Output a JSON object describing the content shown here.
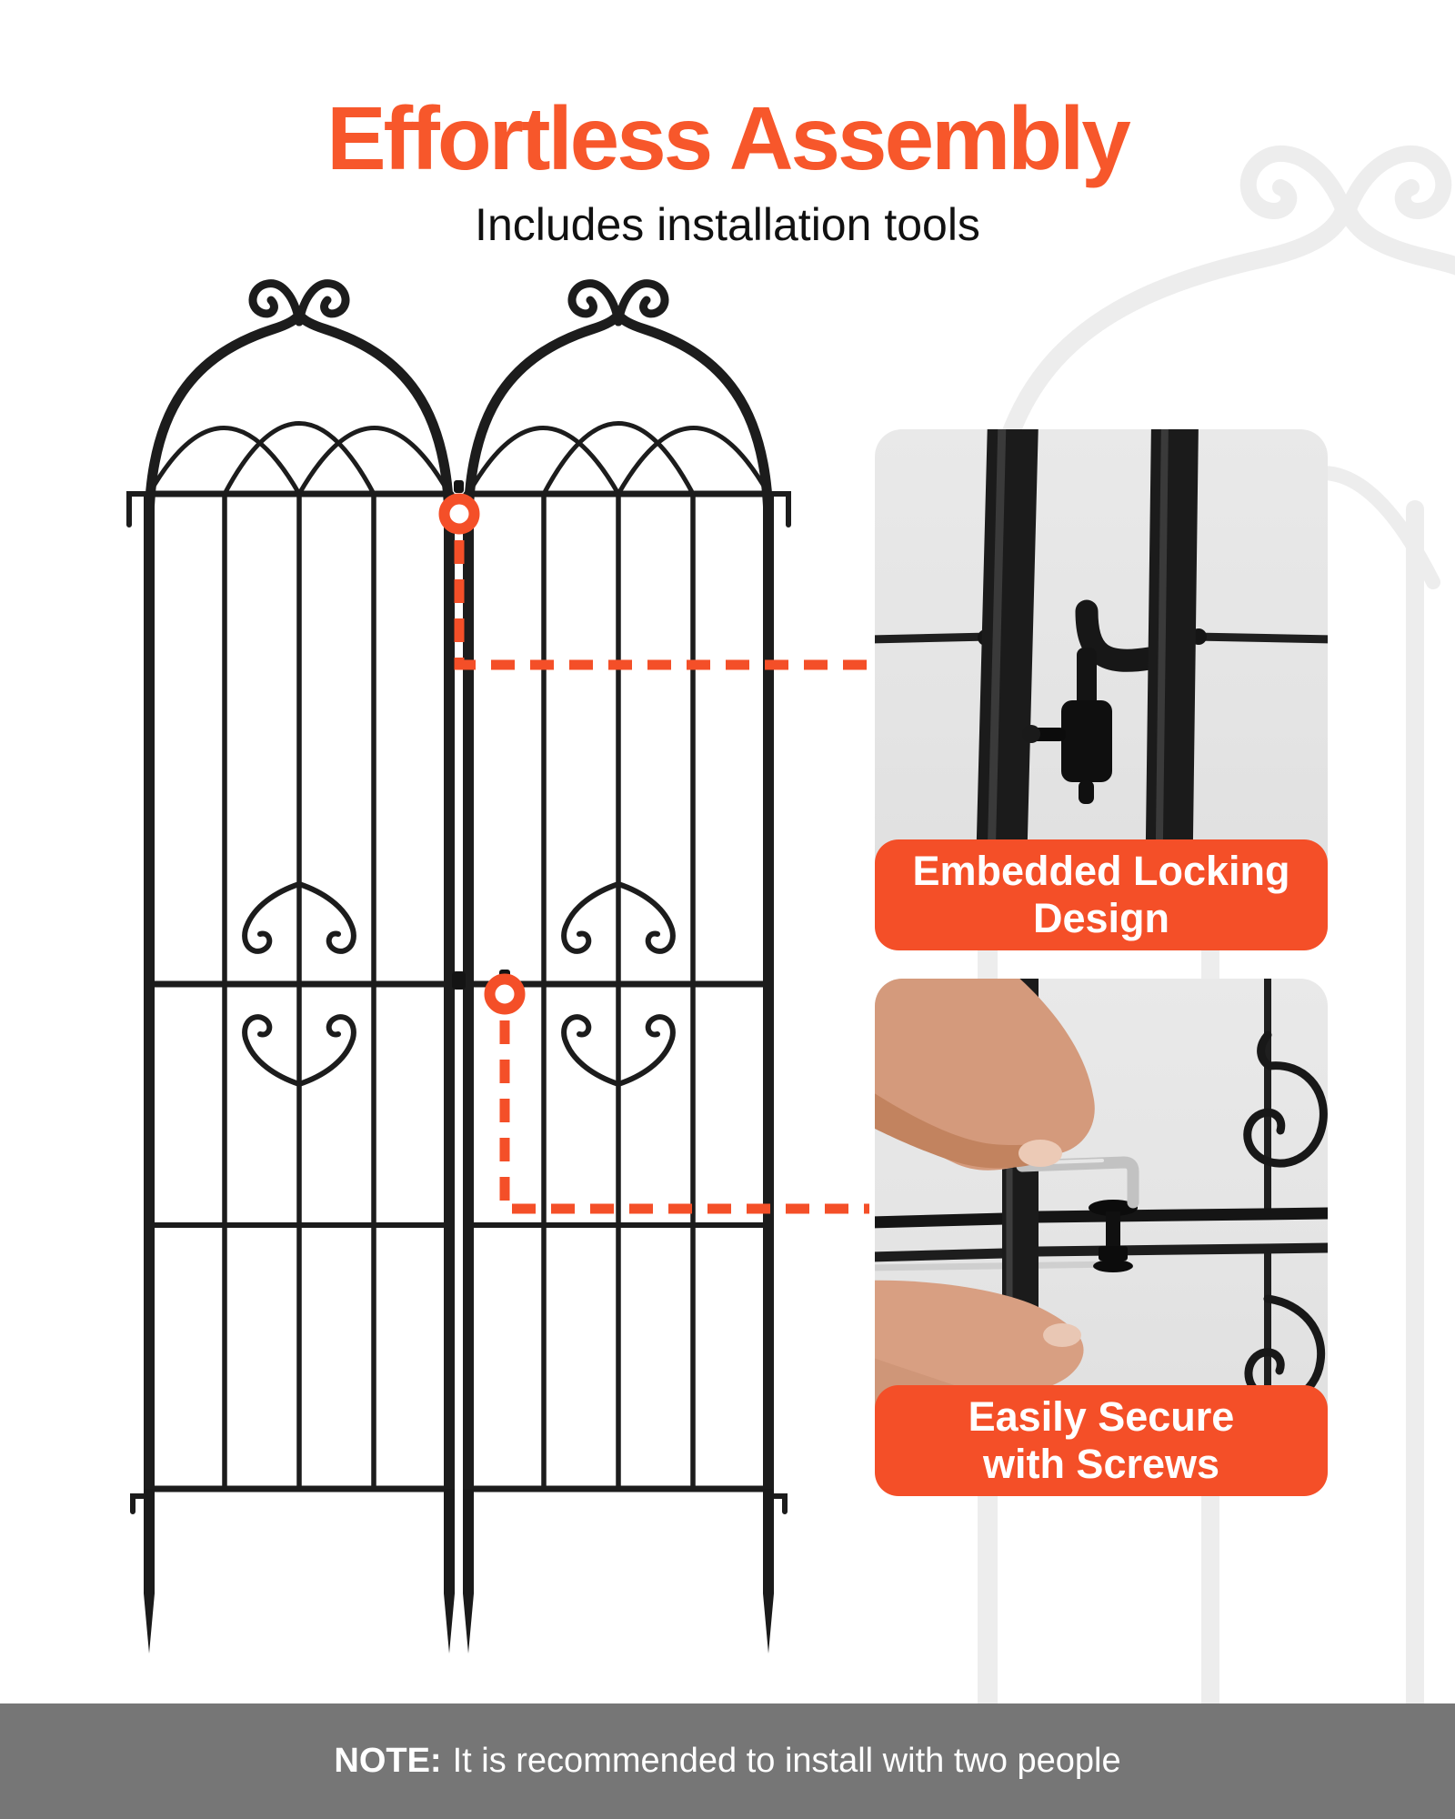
{
  "header": {
    "title": "Effortless Assembly",
    "subtitle": "Includes installation tools"
  },
  "callouts": [
    {
      "line1": "Embedded Locking",
      "line2": "Design"
    },
    {
      "line1": "Easily Secure",
      "line2": "with Screws"
    }
  ],
  "note": {
    "prefix": "NOTE:",
    "text": "It is recommended to install with two people"
  },
  "colors": {
    "title": "#F7572B",
    "accent": "#F44F28",
    "note_bar": "#767676",
    "trellis": "#1c1c1c",
    "bg_trellis": "#ededed",
    "photo_bg": "#e4e4e4"
  }
}
